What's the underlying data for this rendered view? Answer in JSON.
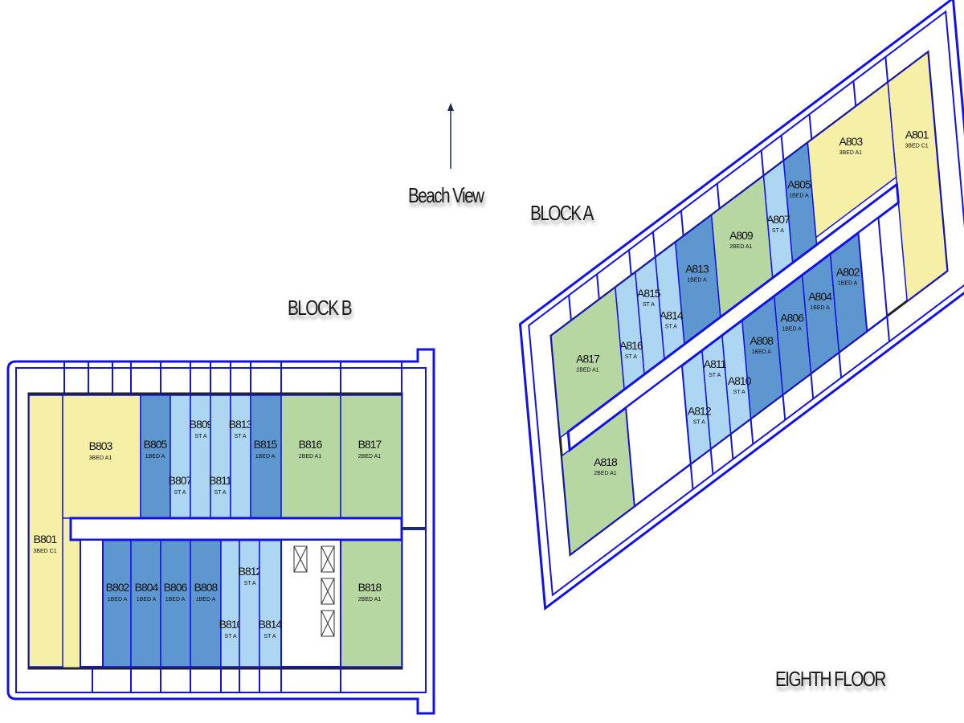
{
  "labels": {
    "block_b": "BLOCK B",
    "block_a": "BLOCK A",
    "beach_view": "Beach View",
    "floor": "EIGHTH FLOOR"
  },
  "colors": {
    "outline": "#1212e6",
    "3bed": "#f5f0a6",
    "2bed": "#b6d6a2",
    "1bed": "#5e97d0",
    "studio": "#acd6f1",
    "core": "#ffffff",
    "wall": "#222222"
  },
  "block_b": {
    "units": [
      {
        "id": "B801",
        "type": "3BED C1",
        "kind": "3bed"
      },
      {
        "id": "B803",
        "type": "3BED A1",
        "kind": "3bed"
      },
      {
        "id": "B805",
        "type": "1BED A",
        "kind": "1bed"
      },
      {
        "id": "B807",
        "type": "ST A",
        "kind": "studio"
      },
      {
        "id": "B809",
        "type": "ST A",
        "kind": "studio"
      },
      {
        "id": "B811",
        "type": "ST A",
        "kind": "studio"
      },
      {
        "id": "B813",
        "type": "ST A",
        "kind": "studio"
      },
      {
        "id": "B815",
        "type": "1BED A",
        "kind": "1bed"
      },
      {
        "id": "B816",
        "type": "2BED A1",
        "kind": "2bed"
      },
      {
        "id": "B817",
        "type": "2BED A1",
        "kind": "2bed"
      },
      {
        "id": "B802",
        "type": "1BED A",
        "kind": "1bed"
      },
      {
        "id": "B804",
        "type": "1BED A",
        "kind": "1bed"
      },
      {
        "id": "B806",
        "type": "1BED A",
        "kind": "1bed"
      },
      {
        "id": "B808",
        "type": "1BED A",
        "kind": "1bed"
      },
      {
        "id": "B810",
        "type": "ST A",
        "kind": "studio"
      },
      {
        "id": "B812",
        "type": "ST A",
        "kind": "studio"
      },
      {
        "id": "B814",
        "type": "ST A",
        "kind": "studio"
      },
      {
        "id": "B818",
        "type": "2BED A1",
        "kind": "2bed"
      }
    ]
  },
  "block_a": {
    "units": [
      {
        "id": "A801",
        "type": "3BED C1",
        "kind": "3bed"
      },
      {
        "id": "A803",
        "type": "3BED A1",
        "kind": "3bed"
      },
      {
        "id": "A805",
        "type": "1BED A",
        "kind": "1bed"
      },
      {
        "id": "A807",
        "type": "ST A",
        "kind": "studio"
      },
      {
        "id": "A809",
        "type": "2BED A1",
        "kind": "2bed"
      },
      {
        "id": "A813",
        "type": "1BED A",
        "kind": "1bed"
      },
      {
        "id": "A814",
        "type": "ST A",
        "kind": "studio"
      },
      {
        "id": "A815",
        "type": "ST A",
        "kind": "studio"
      },
      {
        "id": "A816",
        "type": "ST A",
        "kind": "studio"
      },
      {
        "id": "A817",
        "type": "2BED A1",
        "kind": "2bed"
      },
      {
        "id": "A802",
        "type": "1BED A",
        "kind": "1bed"
      },
      {
        "id": "A804",
        "type": "1BED A",
        "kind": "1bed"
      },
      {
        "id": "A806",
        "type": "1BED A",
        "kind": "1bed"
      },
      {
        "id": "A808",
        "type": "1BED A",
        "kind": "1bed"
      },
      {
        "id": "A810",
        "type": "ST A",
        "kind": "studio"
      },
      {
        "id": "A811",
        "type": "ST A",
        "kind": "studio"
      },
      {
        "id": "A812",
        "type": "ST A",
        "kind": "studio"
      },
      {
        "id": "A818",
        "type": "2BED A1",
        "kind": "2bed"
      }
    ]
  }
}
